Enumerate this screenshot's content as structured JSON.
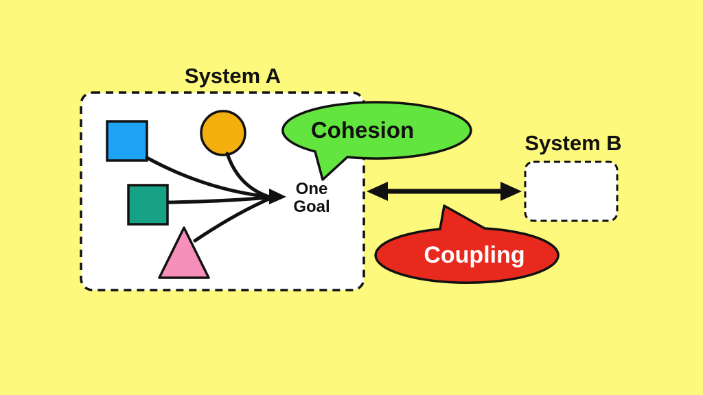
{
  "diagram": {
    "background_color": "#FDF97C",
    "outline_color": "#111111",
    "system_a": {
      "title": "System A",
      "box_fill": "#FFFFFF",
      "goal_label_line1": "One",
      "goal_label_line2": "Goal",
      "shapes": [
        {
          "name": "blue-square",
          "color": "#1FA3F5"
        },
        {
          "name": "orange-circle",
          "color": "#F2AF0D"
        },
        {
          "name": "teal-square",
          "color": "#17A185"
        },
        {
          "name": "pink-triangle",
          "color": "#F78FBB"
        }
      ]
    },
    "system_b": {
      "title": "System B",
      "box_fill": "#FFFFFF"
    },
    "cohesion_bubble": {
      "label": "Cohesion",
      "fill": "#63E53F",
      "text_color": "#111111"
    },
    "coupling_bubble": {
      "label": "Coupling",
      "fill": "#E8291D",
      "text_color": "#FFFFFF"
    }
  }
}
